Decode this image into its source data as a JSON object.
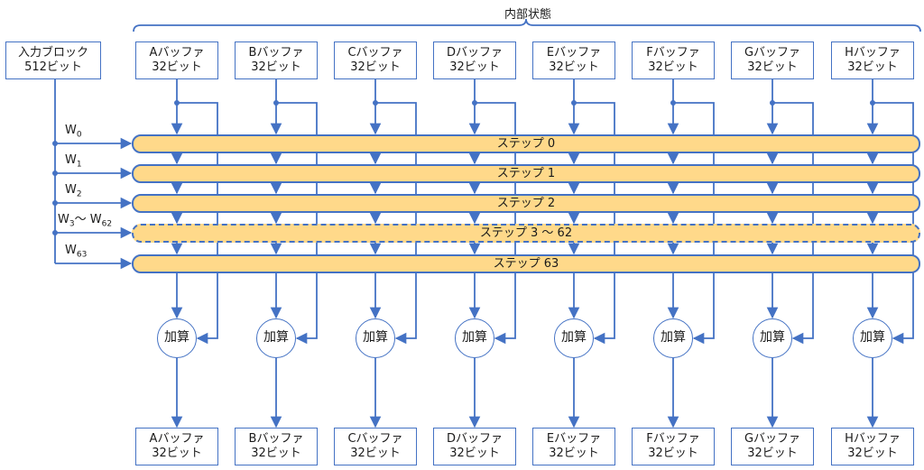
{
  "header": {
    "title": "内部状態"
  },
  "input_block": {
    "line1": "入力ブロック",
    "line2": "512ビット"
  },
  "buffers": [
    {
      "name": "Aバッファ",
      "bits": "32ビット"
    },
    {
      "name": "Bバッファ",
      "bits": "32ビット"
    },
    {
      "name": "Cバッファ",
      "bits": "32ビット"
    },
    {
      "name": "Dバッファ",
      "bits": "32ビット"
    },
    {
      "name": "Eバッファ",
      "bits": "32ビット"
    },
    {
      "name": "Fバッファ",
      "bits": "32ビット"
    },
    {
      "name": "Gバッファ",
      "bits": "32ビット"
    },
    {
      "name": "Hバッファ",
      "bits": "32ビット"
    }
  ],
  "steps": [
    {
      "label": "ステップ 0",
      "w_base": "W",
      "w_sub": "0",
      "w_mid": "",
      "w_base2": "",
      "w_sub2": "",
      "dashed": false
    },
    {
      "label": "ステップ 1",
      "w_base": "W",
      "w_sub": "1",
      "w_mid": "",
      "w_base2": "",
      "w_sub2": "",
      "dashed": false
    },
    {
      "label": "ステップ 2",
      "w_base": "W",
      "w_sub": "2",
      "w_mid": "",
      "w_base2": "",
      "w_sub2": "",
      "dashed": false
    },
    {
      "label": "ステップ 3 ～ 62",
      "w_base": "W",
      "w_sub": "3",
      "w_mid": "～ ",
      "w_base2": "W",
      "w_sub2": "62",
      "dashed": true
    },
    {
      "label": "ステップ 63",
      "w_base": "W",
      "w_sub": "63",
      "w_mid": "",
      "w_base2": "",
      "w_sub2": "",
      "dashed": false
    }
  ],
  "adder_label": "加算",
  "colors": {
    "line": "#4472c4",
    "step_fill": "#ffd98a",
    "box_border": "#4472c4"
  }
}
